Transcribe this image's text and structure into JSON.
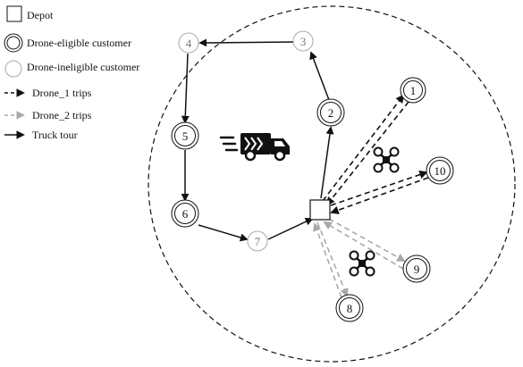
{
  "legend": {
    "depot": "Depot",
    "eligible": "Drone-eligible customer",
    "ineligible": "Drone-ineligible customer",
    "drone1": "Drone_1 trips",
    "drone2": "Drone_2 trips",
    "truck": "Truck tour"
  },
  "nodes": {
    "n1": "1",
    "n2": "2",
    "n3": "3",
    "n4": "4",
    "n5": "5",
    "n6": "6",
    "n7": "7",
    "n8": "8",
    "n9": "9",
    "n10": "10"
  },
  "colors": {
    "line": "#111111",
    "drone1": "#111111",
    "drone2": "#a9a9a9",
    "ineligible": "#9a9a9a"
  },
  "icons": [
    "depot-square",
    "truck-icon",
    "drone-icon"
  ]
}
